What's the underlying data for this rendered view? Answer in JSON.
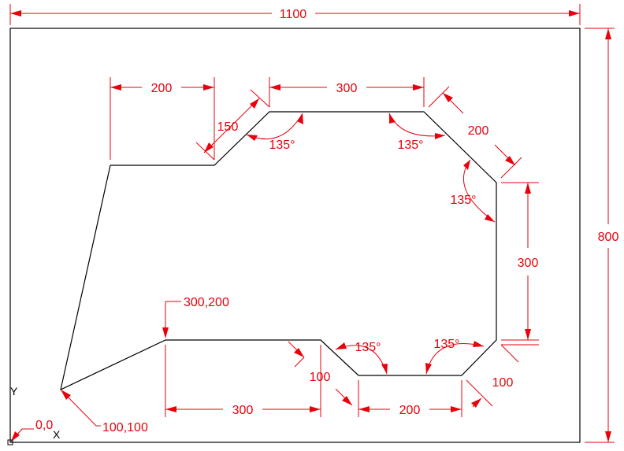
{
  "colors": {
    "dimension": "#e8000b",
    "geometry": "#000000",
    "background": "#ffffff"
  },
  "dims": {
    "width_total": "1100",
    "height_total": "800",
    "top_left_width": "200",
    "chamfer_left": "150",
    "top_width": "300",
    "angle_top_left": "135°",
    "angle_top_right": "135°",
    "chamfer_top_right": "200",
    "angle_right": "135°",
    "right_height": "300",
    "point_300_200": "300,200",
    "angle_bottom_left": "135°",
    "angle_bottom_right": "135°",
    "notch_depth": "100",
    "chamfer_bottom_right": "100",
    "bottom_left_width": "300",
    "bottom_width": "200",
    "point_100_100": "100,100",
    "origin": "0,0"
  },
  "ucs": {
    "y_label": "Y",
    "x_label": "X"
  },
  "icons": [
    "ucs-icon",
    "dimension-arrow"
  ]
}
